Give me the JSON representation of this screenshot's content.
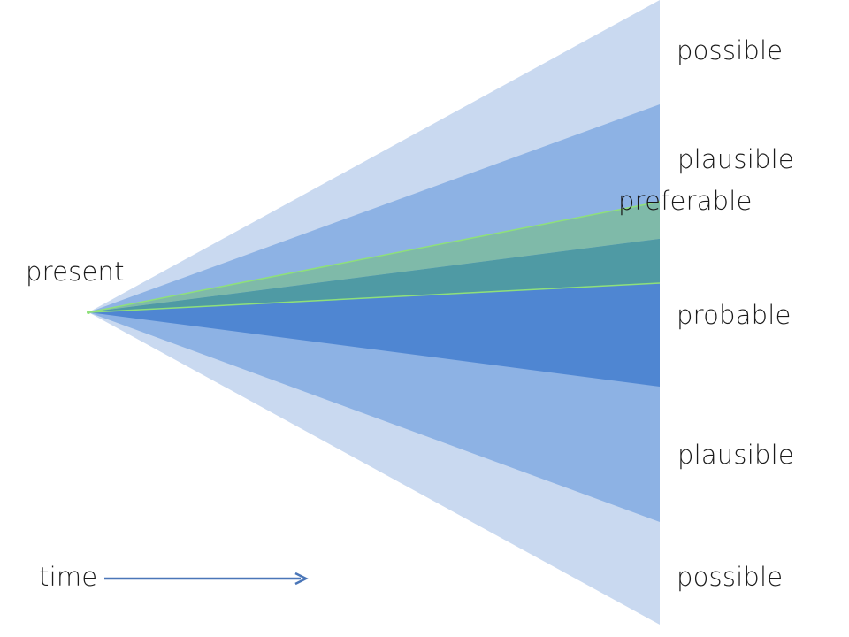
{
  "diagram": {
    "labels": {
      "possible_top": "possible",
      "plausible_top": "plausible",
      "preferable": "preferable",
      "probable": "probable",
      "plausible_bottom": "plausible",
      "possible_bottom": "possible",
      "present": "present",
      "time": "time"
    },
    "colors": {
      "possible": "#c9d9f0",
      "plausible": "#8db2e4",
      "probable": "#4f86d2",
      "preferable": "#7fbaa9",
      "preferable_probable_overlap": "#4f9aa4",
      "preferable_outline": "#8fe07a",
      "time_arrow": "#4a76b8",
      "text": "#1a1a1a"
    }
  }
}
